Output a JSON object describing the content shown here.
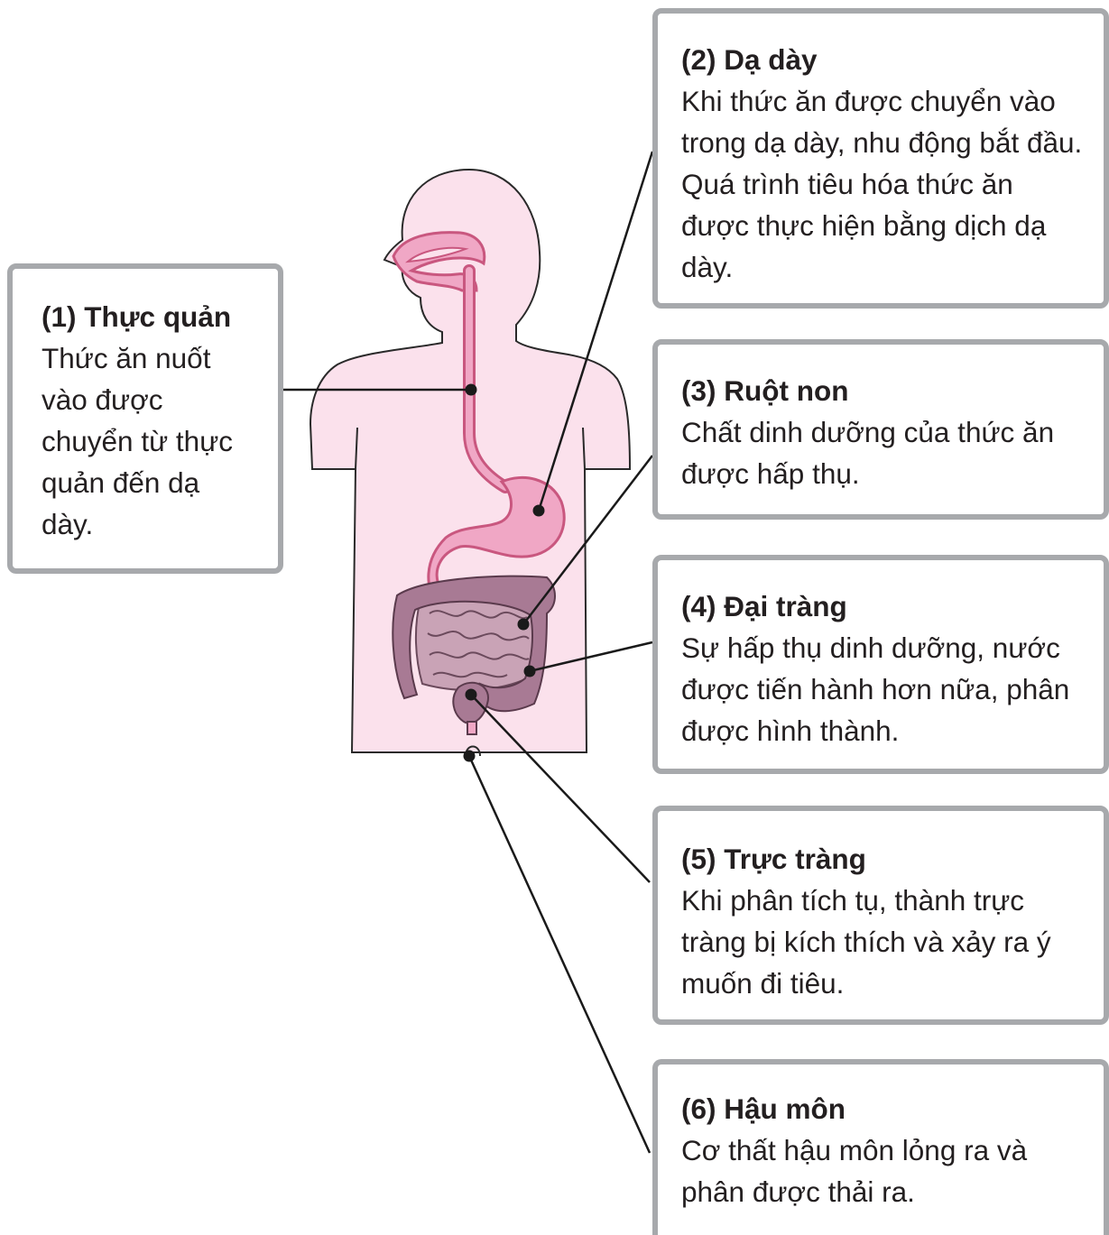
{
  "labels": [
    {
      "id": "esophagus",
      "title": "(1) Thực quản",
      "text": "Thức ăn nuốt vào được chuyển từ thực quản đến dạ dày."
    },
    {
      "id": "stomach",
      "title": "(2) Dạ dày",
      "text": "Khi thức ăn được chuyển vào trong dạ dày, nhu động bắt đầu. Quá trình tiêu hóa thức ăn được thực hiện bằng dịch dạ dày."
    },
    {
      "id": "small-intestine",
      "title": "(3) Ruột non",
      "text": "Chất dinh dưỡng của thức ăn được hấp thụ."
    },
    {
      "id": "large-intestine",
      "title": "(4) Đại tràng",
      "text": "Sự hấp thụ dinh dưỡng, nước được tiến hành hơn nữa, phân được hình thành."
    },
    {
      "id": "rectum",
      "title": "(5) Trực tràng",
      "text": "Khi phân tích tụ, thành trực tràng bị kích thích và xảy ra ý muốn đi tiêu."
    },
    {
      "id": "anus",
      "title": "(6) Hậu môn",
      "text": "Cơ thất hậu môn lỏng ra và phân được thải ra."
    }
  ],
  "colors": {
    "body_fill": "#fbe1ec",
    "body_stroke": "#2a2a2a",
    "tract_fill": "#f0a7c5",
    "tract_stroke": "#c9577f",
    "intestine_fill": "#c9a3b6",
    "colon_fill": "#a87a94",
    "box_border": "#a7a9ac",
    "leader_line": "#1a1a1a"
  }
}
